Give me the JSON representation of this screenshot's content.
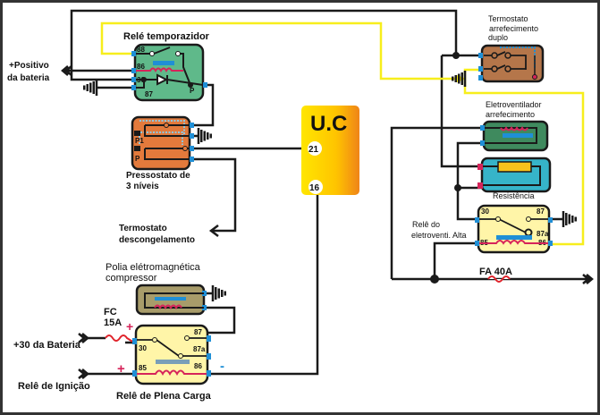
{
  "diagram": {
    "title": "Esquema elétrico do ar-condicionado e arrefecimento",
    "colors": {
      "wire": "#1a1a1a",
      "signal_wire": "#f7ee1c",
      "terminal_blue": "#1f8fd6",
      "terminal_red": "#d6245a",
      "relay_green": "#5fb98a",
      "pressostato_orange": "#e37a3c",
      "thermostat_brown": "#b5764a",
      "fan_green": "#3f8a5e",
      "resistance_cyan": "#36b4c9",
      "relay_yellow": "#fff5a8",
      "clutch_khaki": "#a89c6a",
      "uc_yellow": "#ffd600",
      "uc_orange": "#f08a1c",
      "fuse_red": "#e0242c"
    },
    "components": {
      "rele_temporizador": {
        "label": "Relé temporazidor",
        "pins": [
          "88",
          "86",
          "30",
          "87",
          "P"
        ]
      },
      "pressostato": {
        "label_line1": "Pressostato de",
        "label_line2": "3 níveis",
        "pins": [
          "P1",
          "P"
        ]
      },
      "uc": {
        "label": "U.C",
        "pins": [
          "21",
          "16"
        ]
      },
      "termostato_arrefecimento": {
        "label_line1": "Termostato",
        "label_line2": "arrefecimento",
        "label_line3": "duplo"
      },
      "eletroventilador": {
        "label_line1": "Eletroventilador",
        "label_line2": "arrefecimento"
      },
      "resistencia": {
        "label": "Resistência"
      },
      "rele_eletroventilador": {
        "label_line1": "Relê do",
        "label_line2": "eletroventi. Alta",
        "pins": [
          "30",
          "87",
          "87a",
          "85",
          "86"
        ]
      },
      "fusivel_fa": {
        "label": "FA 40A"
      },
      "polia": {
        "label_line1": "Polia elétromagnética",
        "label_line2": "compressor"
      },
      "fusivel_fc": {
        "label_line1": "FC",
        "label_line2": "15A"
      },
      "rele_plena_carga": {
        "label": "Relê de Plena Carga",
        "pins": [
          "30",
          "87",
          "87a",
          "85",
          "86"
        ],
        "plus_sign": "+",
        "minus_sign": "-"
      }
    },
    "external_labels": {
      "positivo_bateria_1": "+Positivo",
      "positivo_bateria_2": "da bateria",
      "termostato_descong_1": "Termostato",
      "termostato_descong_2": "descongelamento",
      "mais30_bateria": "+30 da Bateria",
      "rele_ignicao": "Relê de Ignição"
    }
  }
}
